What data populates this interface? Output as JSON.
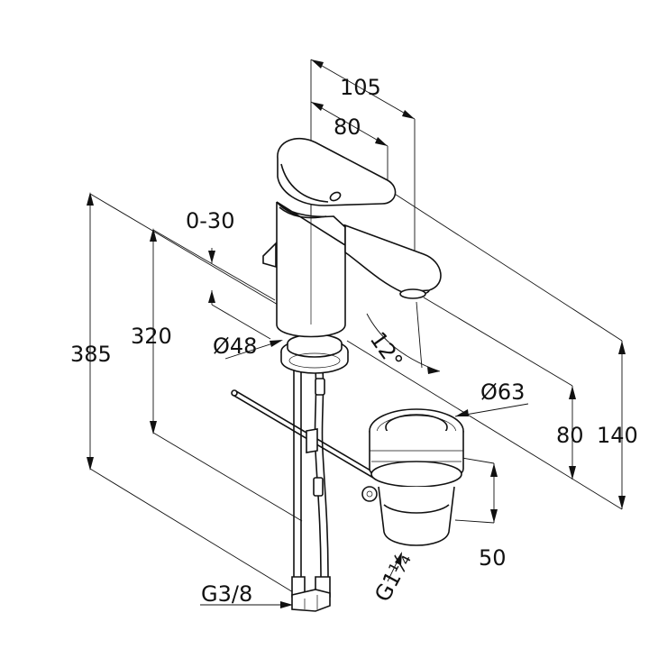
{
  "dimensions": {
    "spout_reach_total": "105",
    "spout_reach": "80",
    "lever_travel": "0-30",
    "overall_height": "385",
    "hose_length": "320",
    "base_diameter": "Ø48",
    "spout_angle": "12°",
    "waste_diameter": "Ø63",
    "spout_height": "80",
    "total_height": "140",
    "waste_height": "50",
    "supply_thread": "G3/8",
    "waste_thread": "G1¼"
  },
  "icons": [
    "tap-body",
    "lever-handle",
    "spout",
    "waste-valve",
    "supply-hoses",
    "pop-up-rod"
  ]
}
